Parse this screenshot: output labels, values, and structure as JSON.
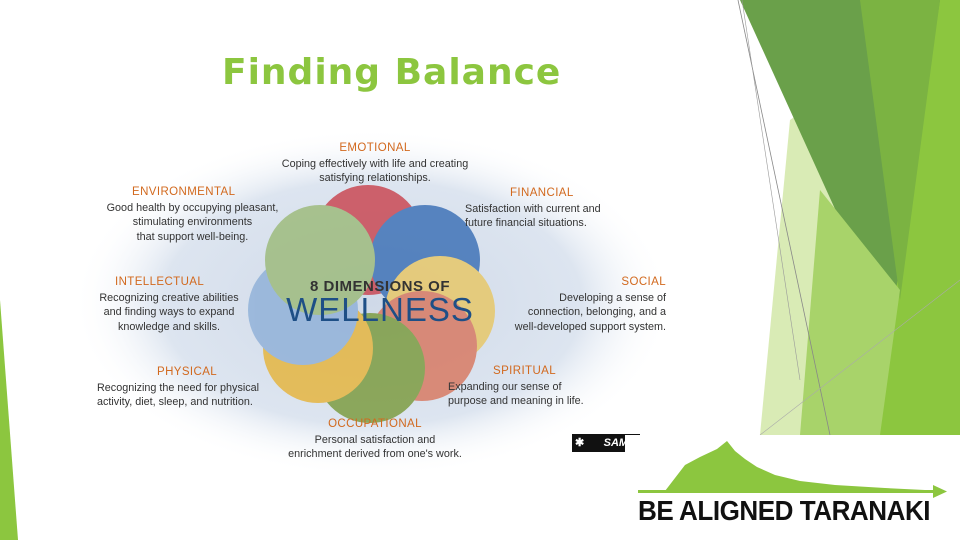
{
  "slide": {
    "title": "Finding Balance"
  },
  "wellness_wheel": {
    "center_line1": "8 DIMENSIONS OF",
    "center_line2": "WELLNESS",
    "dimensions": [
      {
        "name": "EMOTIONAL",
        "description": "Coping effectively with life and creating\nsatisfying relationships."
      },
      {
        "name": "FINANCIAL",
        "description": "Satisfaction with current and\nfuture financial situations."
      },
      {
        "name": "SOCIAL",
        "description": "Developing a sense of\nconnection, belonging, and a\nwell-developed support system."
      },
      {
        "name": "SPIRITUAL",
        "description": "Expanding our sense of\npurpose and meaning in life."
      },
      {
        "name": "OCCUPATIONAL",
        "description": "Personal satisfaction and\nenrichment derived from one's work."
      },
      {
        "name": "PHYSICAL",
        "description": "Recognizing the need for physical\nactivity, diet, sleep, and nutrition."
      },
      {
        "name": "INTELLECTUAL",
        "description": "Recognizing creative abilities\nand finding ways to expand\nknowledge and skills."
      },
      {
        "name": "ENVIRONMENTAL",
        "description": "Good health by occupying pleasant,\nstimulating environments\nthat support well-being."
      }
    ],
    "source_logo": "SAMH"
  },
  "brand": {
    "text": "BE ALIGNED  TARANAKI"
  },
  "colors": {
    "title_green": "#8cc63f",
    "dim_label_orange": "#d2691e",
    "wellness_blue": "#1e4f86"
  }
}
